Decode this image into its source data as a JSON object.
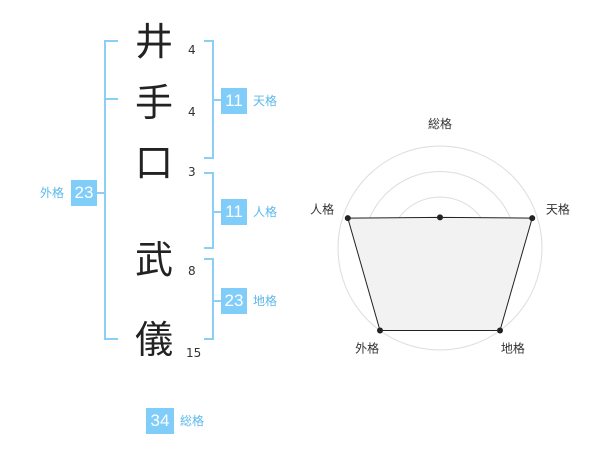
{
  "name_chars": [
    {
      "char": "井",
      "strokes": "4"
    },
    {
      "char": "手",
      "strokes": "4"
    },
    {
      "char": "口",
      "strokes": "3"
    },
    {
      "char": "武",
      "strokes": "8"
    },
    {
      "char": "儀",
      "strokes": "15"
    }
  ],
  "kakusu": {
    "tenkaku": {
      "value": "11",
      "label": "天格"
    },
    "jinkaku": {
      "value": "11",
      "label": "人格"
    },
    "chikaku": {
      "value": "23",
      "label": "地格"
    },
    "gaikaku": {
      "value": "23",
      "label": "外格"
    },
    "soukaku": {
      "value": "34",
      "label": "総格"
    }
  },
  "colors": {
    "accent": "#80cdfa",
    "bracket": "#8ccff6",
    "label": "#5bb8ec"
  },
  "chart_data": {
    "type": "radar",
    "axes": [
      "総格",
      "天格",
      "地格",
      "外格",
      "人格"
    ],
    "values": [
      0.3,
      0.95,
      1.0,
      1.0,
      0.95
    ],
    "rings": 4,
    "grid": true
  }
}
